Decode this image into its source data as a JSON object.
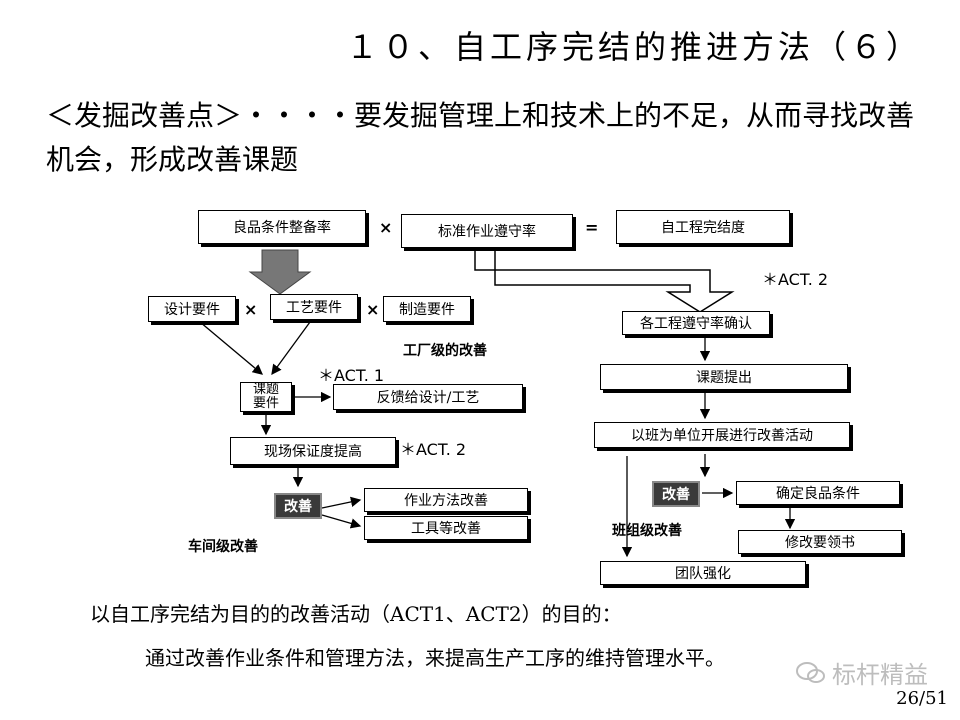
{
  "title": "１０、自工序完结的推进方法（６）",
  "intro": "＜发掘改善点＞・・・・要发掘管理上和技术上的不足，从而寻找改善机会，形成改善课题",
  "diagram": {
    "top_boxes": [
      "良品条件整备率",
      "标准作业遵守率",
      "自工程完结度"
    ],
    "times": "×",
    "equals": "=",
    "req_boxes": [
      "设计要件",
      "工艺要件",
      "制造要件"
    ],
    "factory_label": "工厂级的改善",
    "act1": "＊ACT. 1",
    "act2_left": "＊ACT. 2",
    "act2_right": "＊ACT. 2",
    "topic_req": "课题\n要件",
    "feedback": "反馈给设计/工艺",
    "site": "现场保证度提高",
    "kaizen_left": "改善",
    "method": "作业方法改善",
    "tools": "工具等改善",
    "workshop_label": "车间级改善",
    "confirm": "各工程遵守率确认",
    "topic": "课题提出",
    "team_activity": "以班为单位开展进行改善活动",
    "kaizen_right": "改善",
    "good_cond": "确定良品条件",
    "revise": "修改要领书",
    "team_label": "班组级改善",
    "team_strength": "团队强化"
  },
  "footer_line1": "以自工序完结为目的的改善活动（ACT1、ACT2）的目的：",
  "footer_line2": "通过改善作业条件和管理方法，来提高生产工序的维持管理水平。",
  "watermark": "标杆精益",
  "page_number": "26/51"
}
